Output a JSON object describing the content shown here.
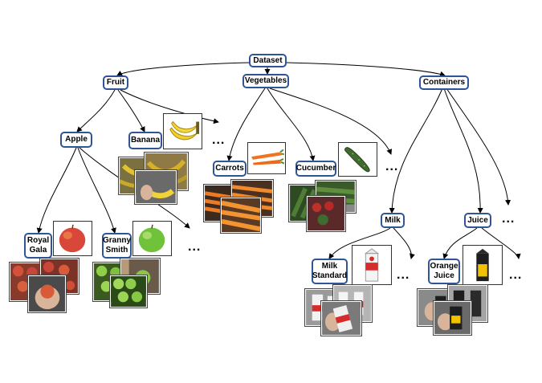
{
  "diagram": {
    "root": "Dataset",
    "fruit": {
      "label": "Fruit",
      "apple": "Apple",
      "royal_gala": "Royal\nGala",
      "granny_smith": "Granny\nSmith",
      "banana": "Banana"
    },
    "vegetables": {
      "label": "Vegetables",
      "carrots": "Carrots",
      "cucumber": "Cucumber"
    },
    "containers": {
      "label": "Containers",
      "milk": "Milk",
      "milk_standard": "Milk\nStandard",
      "juice": "Juice",
      "orange_juice": "Orange\nJuice"
    },
    "more": "..."
  },
  "colors": {
    "node_border": "#2f5597",
    "edge": "#000000"
  },
  "icons": [
    "banana-icon",
    "carrot-icon",
    "cucumber-icon",
    "red-apple-icon",
    "green-apple-icon",
    "milk-carton-icon",
    "juice-carton-icon"
  ]
}
